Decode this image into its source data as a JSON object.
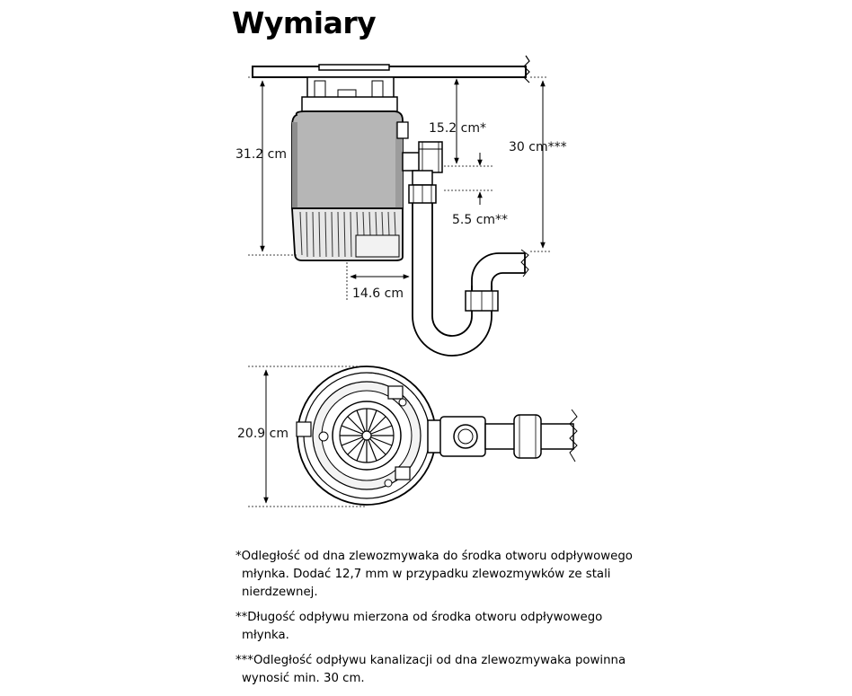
{
  "title": "Wymiary",
  "dimensions": {
    "height": "31.2 cm",
    "sink_to_inlet": "15.2 cm*",
    "drain_height": "30 cm***",
    "outlet_length": "5.5 cm**",
    "outlet_offset": "14.6 cm",
    "diameter": "20.9 cm"
  },
  "notes": [
    {
      "lines": [
        "*Odległość od dna zlewozmywaka do środka otworu odpływowego",
        "młynka. Dodać 12,7 mm w przypadku zlewozmywków ze stali",
        "nierdzewnej."
      ]
    },
    {
      "lines": [
        "**Długość odpływu mierzona od środka otworu odpływowego",
        "młynka."
      ]
    },
    {
      "lines": [
        "***Odległość odpływu kanalizacji od dna zlewozmywaka powinna",
        "wynosić min. 30 cm."
      ]
    }
  ]
}
